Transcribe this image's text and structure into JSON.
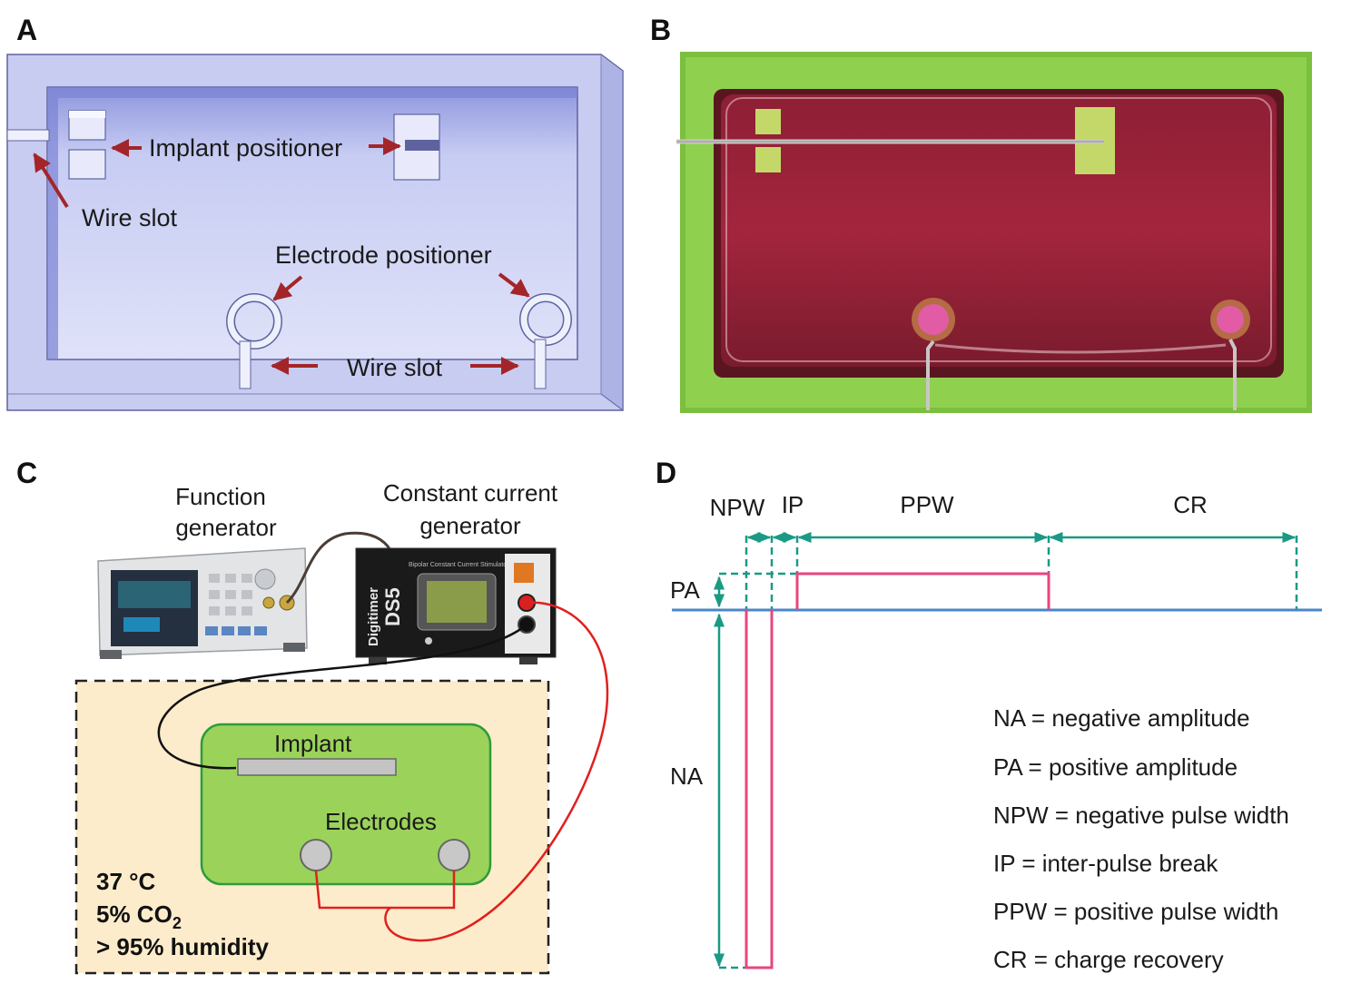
{
  "panels": {
    "a": {
      "letter": "A",
      "labels": {
        "implant_positioner": "Implant positioner",
        "wire_slot_top": "Wire slot",
        "electrode_positioner": "Electrode positioner",
        "wire_slot_bottom": "Wire slot"
      }
    },
    "b": {
      "letter": "B"
    },
    "c": {
      "letter": "C",
      "function_generator": [
        "Function",
        "generator"
      ],
      "current_generator": [
        "Constant current",
        "generator"
      ],
      "device_brand": "Digitimer",
      "device_model": "DS5",
      "device_subtitle": "Bipolar Constant Current Stimulator",
      "implant": "Implant",
      "electrodes": "Electrodes",
      "conditions": {
        "temperature": "37 °C",
        "co2_prefix": "5% CO",
        "co2_sub": "2",
        "humidity": "> 95% humidity"
      }
    },
    "d": {
      "letter": "D",
      "segments": {
        "npw": "NPW",
        "ip": "IP",
        "ppw": "PPW",
        "cr": "CR"
      },
      "amplitudes": {
        "pa": "PA",
        "na": "NA"
      },
      "legend": [
        "NA = negative amplitude",
        "PA = positive amplitude",
        "NPW = negative pulse width",
        "IP = inter-pulse break",
        "PPW = positive pulse width",
        "CR = charge recovery"
      ]
    }
  },
  "colors": {
    "mold_face": "#c9cdf2",
    "mold_inner": "#a9b0ea",
    "mold_outline": "#6a6fa8",
    "arrow_red": "#a3252a",
    "print_green": "#8fd14f",
    "medium_red": "#9c2238",
    "incubator_bg": "#fdeccb",
    "chamber_green": "#9bd35a",
    "chamber_border": "#2f9b3c",
    "wire_red": "#e0201e",
    "teal": "#1a9a84",
    "pink": "#e94580",
    "baseline_blue": "#4a86c8"
  }
}
